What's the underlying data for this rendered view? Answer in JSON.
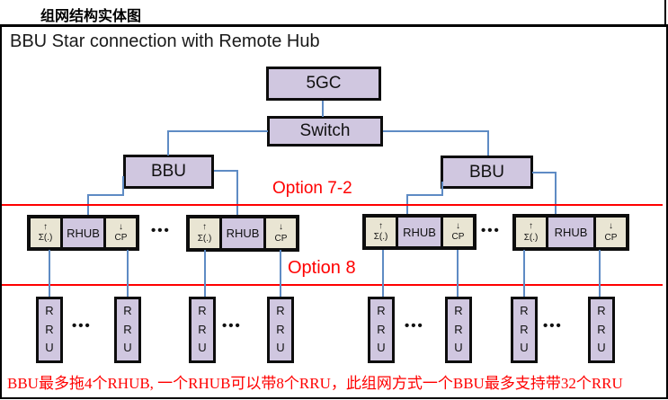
{
  "page": {
    "top_label": "组网结构实体图",
    "footnote": "BBU最多拖4个RHUB, 一个RHUB可以带8个RRU，此组网方式一个BBU最多支持带32个RRU"
  },
  "diagram": {
    "title": "BBU Star connection with Remote Hub",
    "nodes": {
      "core": "5GC",
      "switch": "Switch",
      "bbu": "BBU",
      "rhub": "RHUB",
      "uplink_cell": "↑\nΣ(.)",
      "downlink_cell": "↓\nCP",
      "rru": "R\nR\nU"
    },
    "options": {
      "option_7_2": "Option 7-2",
      "option_8": "Option 8"
    },
    "ellipsis": "•••"
  },
  "colors": {
    "node_fill": "#d0c7e0",
    "cell_fill": "#e9e5d3",
    "connector_blue": "#5e8bc4",
    "accent_red": "#ff0000",
    "border_black": "#0d0d0d"
  }
}
